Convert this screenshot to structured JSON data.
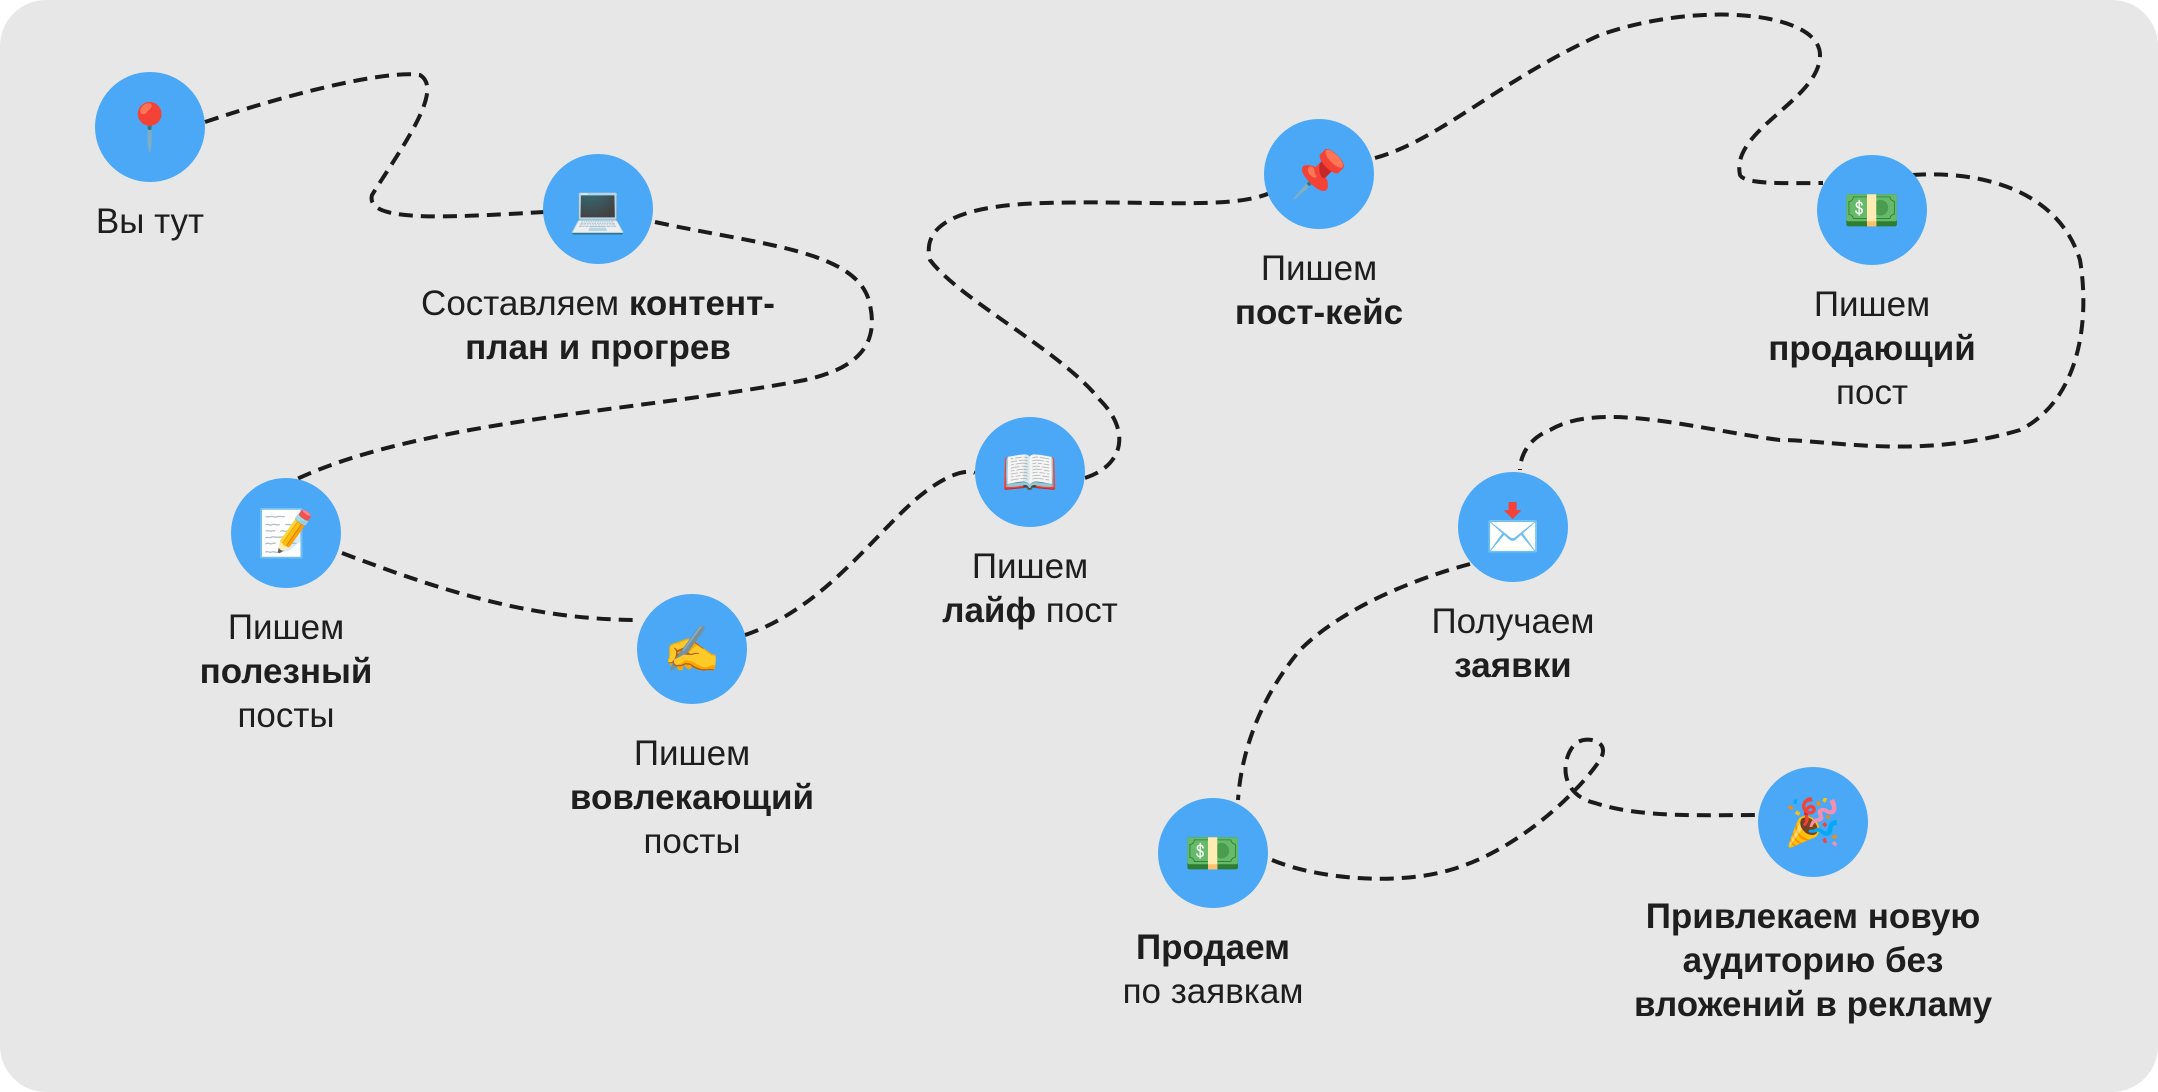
{
  "steps": [
    {
      "icon": "round-pushpin-icon",
      "glyph": "📍",
      "lines": [
        {
          "parts": [
            {
              "t": "Вы тут",
              "b": false
            }
          ]
        }
      ]
    },
    {
      "icon": "laptop-icon",
      "glyph": "💻",
      "lines": [
        {
          "parts": [
            {
              "t": "Составляем ",
              "b": false
            },
            {
              "t": "контент-",
              "b": true
            }
          ]
        },
        {
          "parts": [
            {
              "t": "план и прогрев",
              "b": true
            }
          ]
        }
      ]
    },
    {
      "icon": "memo-icon",
      "glyph": "📝",
      "lines": [
        {
          "parts": [
            {
              "t": "Пишем",
              "b": false
            }
          ]
        },
        {
          "parts": [
            {
              "t": "полезный",
              "b": true
            }
          ]
        },
        {
          "parts": [
            {
              "t": "посты",
              "b": false
            }
          ]
        }
      ]
    },
    {
      "icon": "writing-hand-icon",
      "glyph": "✍️",
      "lines": [
        {
          "parts": [
            {
              "t": "Пишем",
              "b": false
            }
          ]
        },
        {
          "parts": [
            {
              "t": "вовлекающий",
              "b": true
            }
          ]
        },
        {
          "parts": [
            {
              "t": "посты",
              "b": false
            }
          ]
        }
      ]
    },
    {
      "icon": "open-book-icon",
      "glyph": "📖",
      "lines": [
        {
          "parts": [
            {
              "t": "Пишем",
              "b": false
            }
          ]
        },
        {
          "parts": [
            {
              "t": "лайф",
              "b": true
            },
            {
              "t": " пост",
              "b": false
            }
          ]
        }
      ]
    },
    {
      "icon": "pushpin-icon",
      "glyph": "📌",
      "lines": [
        {
          "parts": [
            {
              "t": "Пишем",
              "b": false
            }
          ]
        },
        {
          "parts": [
            {
              "t": "пост-кейс",
              "b": true
            }
          ]
        }
      ]
    },
    {
      "icon": "money-icon",
      "glyph": "💵",
      "lines": [
        {
          "parts": [
            {
              "t": "Пишем",
              "b": false
            }
          ]
        },
        {
          "parts": [
            {
              "t": "продающий",
              "b": true
            }
          ]
        },
        {
          "parts": [
            {
              "t": "пост",
              "b": false
            }
          ]
        }
      ]
    },
    {
      "icon": "incoming-envelope-icon",
      "glyph": "📩",
      "lines": [
        {
          "parts": [
            {
              "t": "Получаем",
              "b": false
            }
          ]
        },
        {
          "parts": [
            {
              "t": "заявки",
              "b": true
            }
          ]
        }
      ]
    },
    {
      "icon": "money-icon",
      "glyph": "💵",
      "lines": [
        {
          "parts": [
            {
              "t": "Продаем",
              "b": true
            }
          ]
        },
        {
          "parts": [
            {
              "t": "по заявкам",
              "b": false
            }
          ]
        }
      ]
    },
    {
      "icon": "party-popper-icon",
      "glyph": "🎉",
      "lines": [
        {
          "parts": [
            {
              "t": "Привлекаем новую",
              "b": true
            }
          ]
        },
        {
          "parts": [
            {
              "t": "аудиторию без",
              "b": true
            }
          ]
        },
        {
          "parts": [
            {
              "t": "вложений в рекламу",
              "b": true
            }
          ]
        }
      ]
    }
  ],
  "colors": {
    "background": "#e7e7e7",
    "node": "#4aa8f6",
    "path": "#1b1b1b",
    "text": "#1e1e1e"
  }
}
